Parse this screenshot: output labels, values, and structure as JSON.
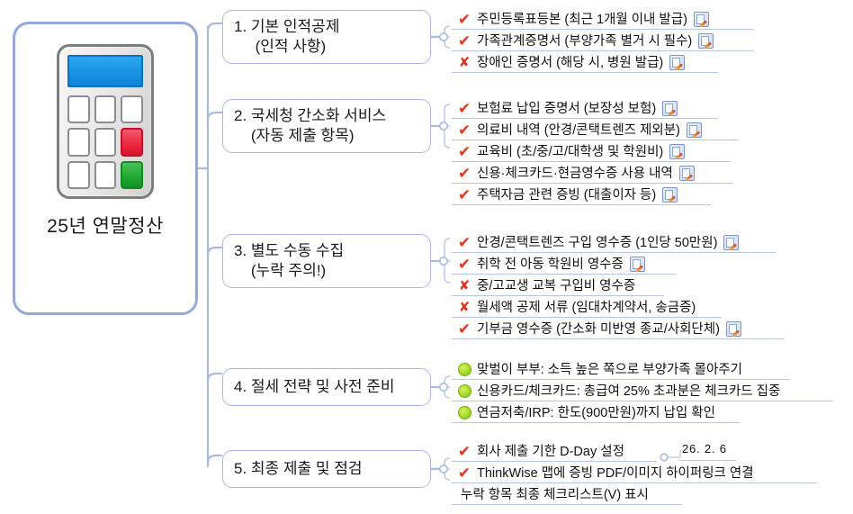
{
  "center": {
    "label": "25년 연말정산",
    "icon": "calculator-icon",
    "border_color": "#93a9d8",
    "screen_color": "#1b92e4",
    "key_red": "#e9283f",
    "key_green": "#20a832"
  },
  "icons": {
    "check": "✔",
    "cross": "✘",
    "note": "note-pencil-icon",
    "dot": "green-bullet-icon"
  },
  "colors": {
    "check": "#e03a20",
    "cross": "#e0301e",
    "bullet": "#aee02e",
    "branch_border": "#a9bbe2",
    "connector": "#a9bbe2"
  },
  "branches": [
    {
      "title": "1. 기본 인적공제\n     (인적 사항)",
      "items": [
        {
          "mark": "check",
          "text": "주민등록표등본 (최근 1개월 이내 발급)",
          "note": true
        },
        {
          "mark": "check",
          "text": "가족관계증명서 (부양가족 별거 시 필수)",
          "note": true
        },
        {
          "mark": "cross",
          "text": "장애인 증명서 (해당 시, 병원 발급)",
          "note": true
        }
      ]
    },
    {
      "title": "2. 국세청 간소화 서비스\n    (자동 제출 항목)",
      "items": [
        {
          "mark": "check",
          "text": "보험료 납입 증명서 (보장성 보험)",
          "note": true
        },
        {
          "mark": "check",
          "text": "의료비 내역 (안경/콘택트렌즈 제외분)",
          "note": true
        },
        {
          "mark": "check",
          "text": "교육비 (초/중/고/대학생 및 학원비)",
          "note": true
        },
        {
          "mark": "check",
          "text": "신용·체크카드·현금영수증 사용 내역",
          "note": true
        },
        {
          "mark": "check",
          "text": "주택자금 관련 증빙 (대출이자 등)",
          "note": true
        }
      ]
    },
    {
      "title": "3. 별도 수동 수집\n    (누락 주의!)",
      "items": [
        {
          "mark": "check",
          "text": "안경/콘택트렌즈 구입 영수증 (1인당 50만원)",
          "note": true
        },
        {
          "mark": "check",
          "text": "취학 전 아동 학원비 영수증",
          "note": true
        },
        {
          "mark": "cross",
          "text": "중/고교생 교복 구입비 영수증",
          "note": false
        },
        {
          "mark": "cross",
          "text": "월세액 공제 서류 (임대차계약서, 송금증)",
          "note": false
        },
        {
          "mark": "check",
          "text": "기부금 영수증 (간소화 미반영 종교/사회단체)",
          "note": true
        }
      ]
    },
    {
      "title": "4. 절세 전략 및 사전 준비",
      "items": [
        {
          "mark": "dot",
          "text": "맞벌이 부부: 소득 높은 쪽으로 부양가족 몰아주기",
          "note": false
        },
        {
          "mark": "dot",
          "text": "신용카드/체크카드: 총급여 25% 초과분은 체크카드 집중",
          "note": false
        },
        {
          "mark": "dot",
          "text": "연금저축/IRP: 한도(900만원)까지 납입 확인",
          "note": false
        }
      ]
    },
    {
      "title": "5. 최종 제출 및 점검",
      "items": [
        {
          "mark": "check",
          "text": "회사 제출 기한 D-Day 설정",
          "note": false,
          "sub": "26. 2. 6"
        },
        {
          "mark": "check",
          "text": "ThinkWise 맵에 증빙 PDF/이미지 하이퍼링크 연결",
          "note": false
        },
        {
          "mark": "none",
          "text": "누락 항목 최종 체크리스트(V) 표시",
          "note": false
        }
      ]
    }
  ]
}
